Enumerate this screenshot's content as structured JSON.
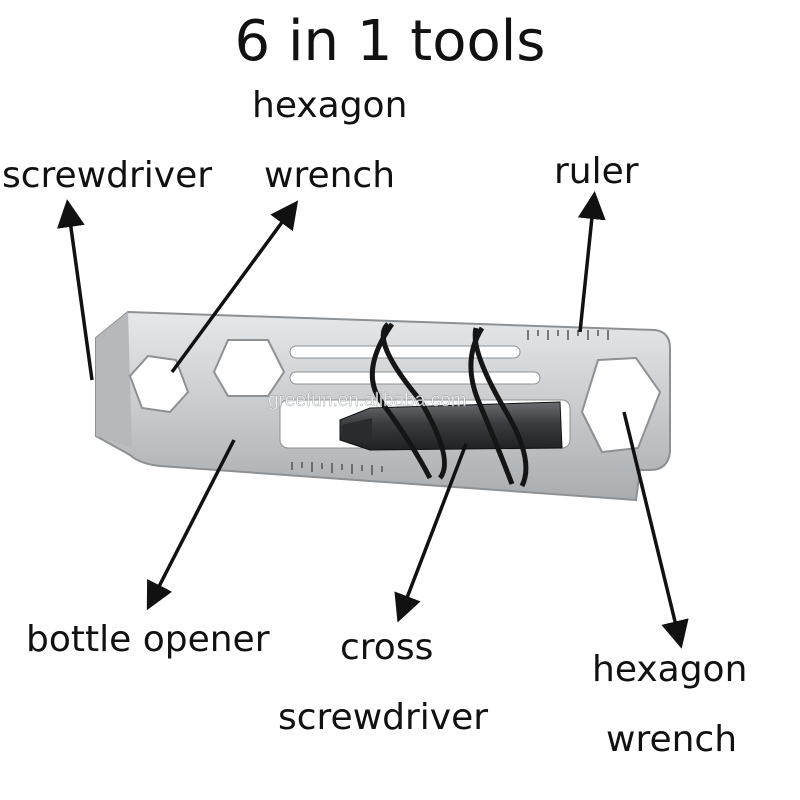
{
  "title": "6 in 1 tools",
  "labels": {
    "screwdriver_top": "screwdriver",
    "hex_wrench_top_line1": "hexagon",
    "hex_wrench_top_line2": "wrench",
    "ruler": "ruler",
    "bottle_opener": "bottle opener",
    "cross_screwdriver_line1": "cross",
    "cross_screwdriver_line2": "screwdriver",
    "hex_wrench_bottom_line1": "hexagon",
    "hex_wrench_bottom_line2": "wrench"
  },
  "watermark": "greefun.en.alibaba.com",
  "colors": {
    "background": "#ffffff",
    "text": "#111111",
    "arrow": "#111111",
    "steel": "#c9ccce",
    "bit": "#3a3c3f",
    "band": "#151515"
  }
}
